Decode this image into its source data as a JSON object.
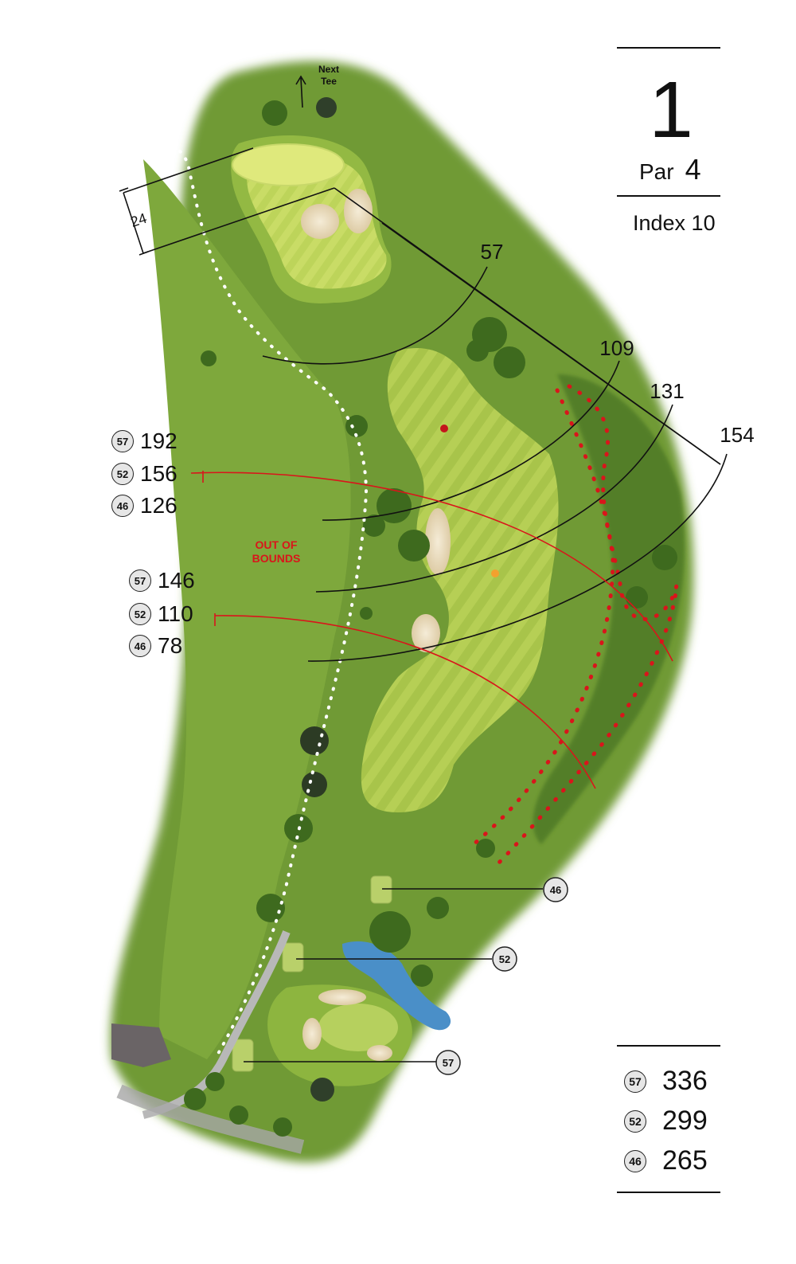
{
  "hole": {
    "number": "1",
    "par_label": "Par",
    "par_value": "4",
    "index_label": "Index 10"
  },
  "colors": {
    "rough": "#6e9a30",
    "fairway": "#a9c74a",
    "green": "#dce77a",
    "sand": "#efe3c8",
    "water": "#3f86c4",
    "hazard_red": "#d9151b",
    "oob_white": "#ffffff"
  },
  "markers": {
    "next_tee": "Next Tee",
    "out_of_bounds": "OUT OF BOUNDS",
    "green_width": "24"
  },
  "arc_distances": [
    "57",
    "109",
    "131",
    "154"
  ],
  "layup_groups": [
    {
      "rows": [
        {
          "tee": "57",
          "value": "192"
        },
        {
          "tee": "52",
          "value": "156"
        },
        {
          "tee": "46",
          "value": "126"
        }
      ]
    },
    {
      "rows": [
        {
          "tee": "57",
          "value": "146"
        },
        {
          "tee": "52",
          "value": "110"
        },
        {
          "tee": "46",
          "value": "78"
        }
      ]
    }
  ],
  "tee_labels": [
    "46",
    "52",
    "57"
  ],
  "yardages": [
    {
      "tee": "57",
      "value": "336"
    },
    {
      "tee": "52",
      "value": "299"
    },
    {
      "tee": "46",
      "value": "265"
    }
  ]
}
